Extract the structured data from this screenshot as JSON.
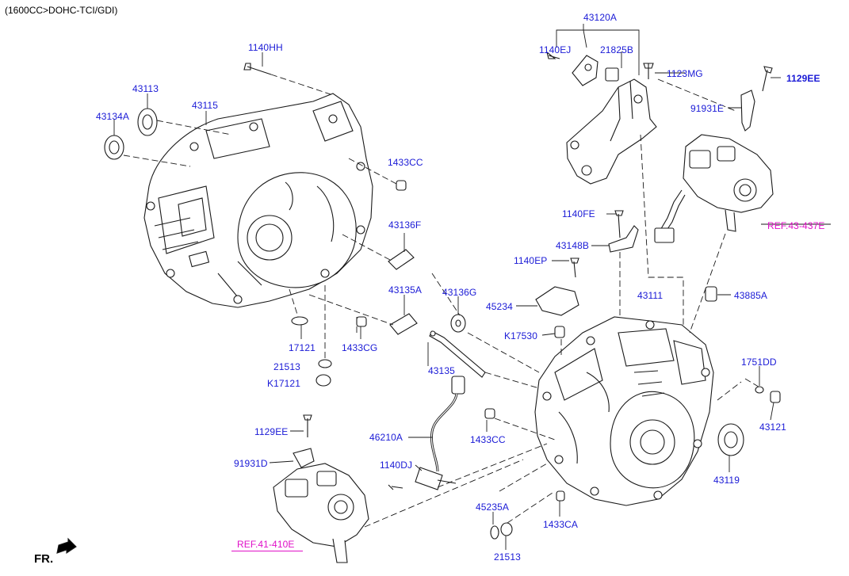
{
  "header": {
    "title": "(1600CC>DOHC-TCI/GDI)"
  },
  "direction": {
    "label": "FR."
  },
  "colors": {
    "part_label": "#1a1ad6",
    "reference_label": "#e010c8",
    "drawing": "#1a1a1a"
  },
  "labels": {
    "p1140HH": "1140HH",
    "p43113": "43113",
    "p43115": "43115",
    "p43134A": "43134A",
    "p1433CC_top": "1433CC",
    "p43136F": "43136F",
    "p43135A": "43135A",
    "p43136G": "43136G",
    "p17121": "17121",
    "p1433CG": "1433CG",
    "p21513_top": "21513",
    "pK17121": "K17121",
    "p43135": "43135",
    "p43120A": "43120A",
    "p1140EJ": "1140EJ",
    "p21825B": "21825B",
    "p1123MG": "1123MG",
    "p1129EE_top": "1129EE",
    "p91931E": "91931E",
    "pREF43": "REF.43-437E",
    "p1140FE": "1140FE",
    "p43148B": "43148B",
    "p1140EP": "1140EP",
    "p45234": "45234",
    "p43111": "43111",
    "p43885A": "43885A",
    "pK17530": "K17530",
    "p1751DD": "1751DD",
    "p43121": "43121",
    "p43119": "43119",
    "p46210A": "46210A",
    "p1433CC_mid": "1433CC",
    "p1140DJ": "1140DJ",
    "p45235A": "45235A",
    "p1433CA": "1433CA",
    "p21513_bot": "21513",
    "p1129EE_bot": "1129EE",
    "p91931D": "91931D",
    "pREF41": "REF.41-410E"
  }
}
